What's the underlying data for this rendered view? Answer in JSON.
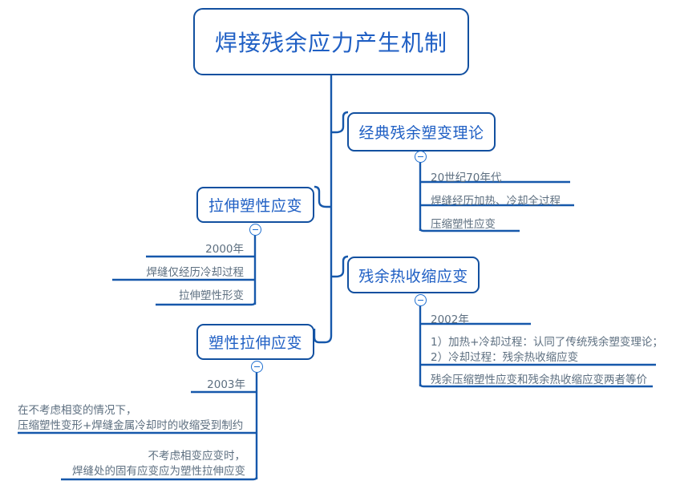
{
  "diagram": {
    "type": "mind-map",
    "colors": {
      "node_border": "#1250a0",
      "node_text": "#1f5fc4",
      "leaf_text": "#5d6f80",
      "connector": "#1658ab",
      "background": "#ffffff"
    },
    "root": {
      "label": "焊接残余应力产生机制"
    },
    "branches": [
      {
        "label": "经典残余塑变理论",
        "side": "right",
        "children": [
          {
            "text": "20世纪70年代"
          },
          {
            "text": "焊缝经历加热、冷却全过程"
          },
          {
            "text": "压缩塑性应变"
          }
        ]
      },
      {
        "label": "拉伸塑性应变",
        "side": "left",
        "children": [
          {
            "text": "2000年"
          },
          {
            "text": "焊缝仅经历冷却过程"
          },
          {
            "text": "拉伸塑性形变"
          }
        ]
      },
      {
        "label": "残余热收缩应变",
        "side": "right",
        "children": [
          {
            "text": "2002年"
          },
          {
            "text": "1）加热+冷却过程：认同了传统残余塑变理论；\n2）冷却过程：残余热收缩应变"
          },
          {
            "text": "残余压缩塑性应变和残余热收缩应变两者等价"
          }
        ]
      },
      {
        "label": "塑性拉伸应变",
        "side": "left",
        "children": [
          {
            "text": "2003年"
          },
          {
            "text": "在不考虑相变的情况下，\n压缩塑性变形+焊缝金属冷却时的收缩受到制约"
          },
          {
            "text": "不考虑相变应变时，\n焊缝处的固有应变应为塑性拉伸应变"
          }
        ]
      }
    ],
    "controls": {
      "collapse_toggle": "collapse-toggle"
    }
  }
}
